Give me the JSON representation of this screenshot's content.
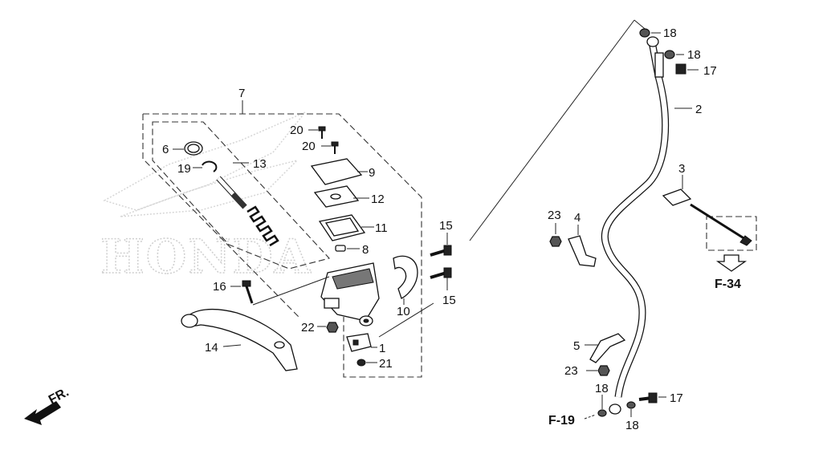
{
  "watermark": {
    "text": "HONDA"
  },
  "callouts": [
    {
      "id": "c7",
      "label": "7"
    },
    {
      "id": "c20a",
      "label": "20"
    },
    {
      "id": "c20b",
      "label": "20"
    },
    {
      "id": "c6",
      "label": "6"
    },
    {
      "id": "c13",
      "label": "13"
    },
    {
      "id": "c19a",
      "label": "19"
    },
    {
      "id": "c9",
      "label": "9"
    },
    {
      "id": "c12",
      "label": "12"
    },
    {
      "id": "c11",
      "label": "11"
    },
    {
      "id": "c8",
      "label": "8"
    },
    {
      "id": "c15a",
      "label": "15"
    },
    {
      "id": "c15b",
      "label": "15"
    },
    {
      "id": "c10",
      "label": "10"
    },
    {
      "id": "c16",
      "label": "16"
    },
    {
      "id": "c22",
      "label": "22"
    },
    {
      "id": "c14",
      "label": "14"
    },
    {
      "id": "c1",
      "label": "1"
    },
    {
      "id": "c21",
      "label": "21"
    },
    {
      "id": "c18a",
      "label": "18"
    },
    {
      "id": "c18b",
      "label": "18"
    },
    {
      "id": "c17a",
      "label": "17"
    },
    {
      "id": "c2",
      "label": "2"
    },
    {
      "id": "c3",
      "label": "3"
    },
    {
      "id": "c23a",
      "label": "23"
    },
    {
      "id": "c4",
      "label": "4"
    },
    {
      "id": "c5",
      "label": "5"
    },
    {
      "id": "c23b",
      "label": "23"
    },
    {
      "id": "c18c",
      "label": "18"
    },
    {
      "id": "c17b",
      "label": "17"
    },
    {
      "id": "c18d",
      "label": "18"
    }
  ],
  "refs": {
    "f34": "F-34",
    "f19": "F-19",
    "front": "FR."
  }
}
